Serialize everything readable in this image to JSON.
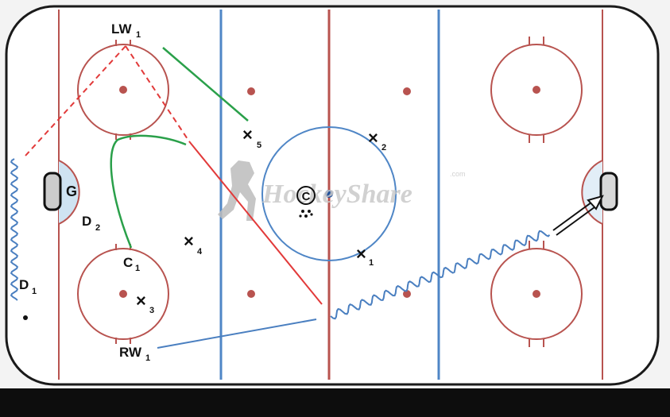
{
  "players": {
    "lw": "LW",
    "lw_sub": "1",
    "rw": "RW",
    "rw_sub": "1",
    "c": "C",
    "c_sub": "1",
    "d1": "D",
    "d1_sub": "1",
    "d2": "D",
    "d2_sub": "2"
  },
  "opponents": [
    {
      "mark": "×",
      "num": "1"
    },
    {
      "mark": "×",
      "num": "2"
    },
    {
      "mark": "×",
      "num": "3"
    },
    {
      "mark": "×",
      "num": "4"
    },
    {
      "mark": "×",
      "num": "5"
    }
  ],
  "goalie": "G",
  "coach": "C",
  "watermark": {
    "text": "HockeyShare",
    "suffix": ".com"
  },
  "colors": {
    "red_line": "#d9383a",
    "blue_line": "#4f86c6",
    "rink_red": "#b8534f",
    "pass_red": "#e23a3a",
    "skate_green": "#2aa04a",
    "puck_blue": "#4a7fc0"
  }
}
